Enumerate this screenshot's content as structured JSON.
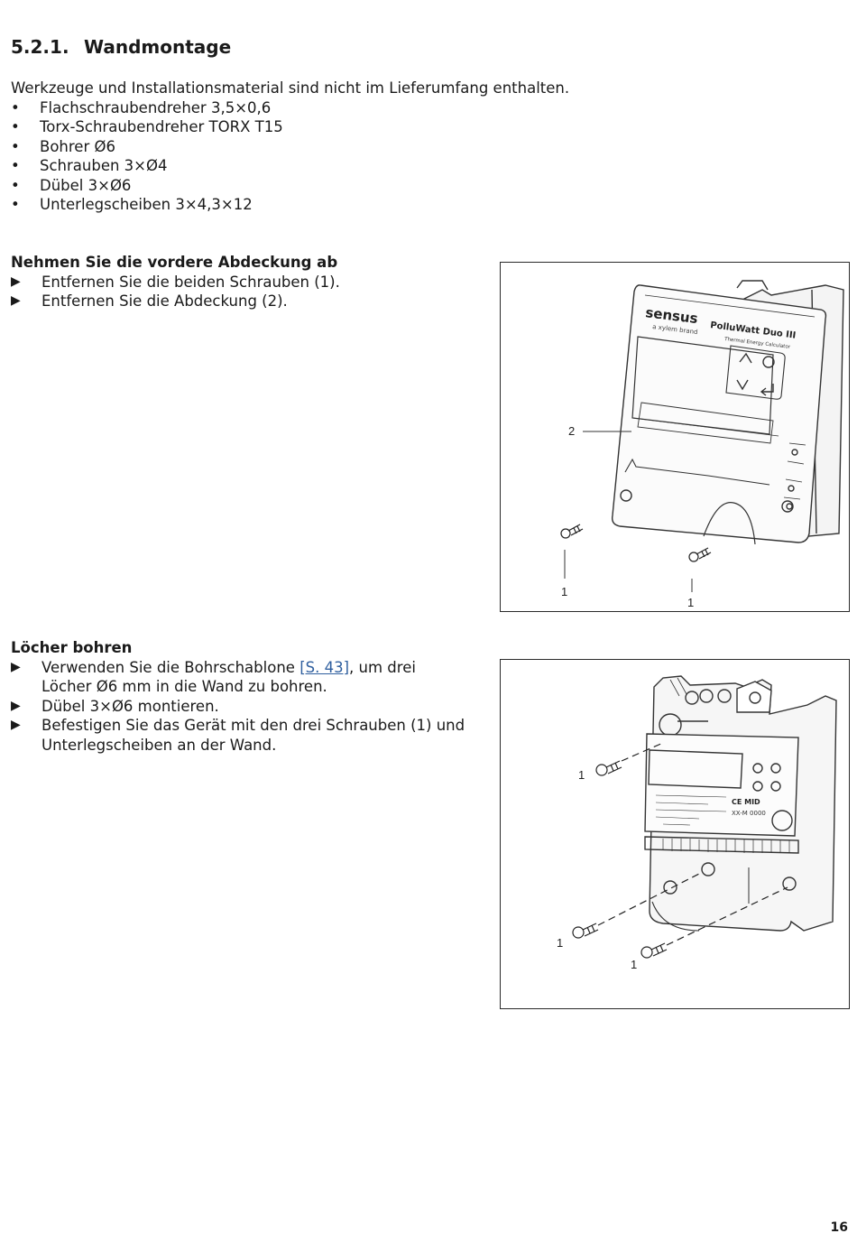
{
  "heading": {
    "number": "5.2.1.",
    "title": "Wandmontage"
  },
  "intro": {
    "text": "Werkzeuge und Installationsmaterial sind nicht im Lieferumfang enthalten.",
    "bullet_symbol": "•",
    "items": [
      "Flachschraubendreher 3,5×0,6",
      "Torx-Schraubendreher TORX T15",
      "Bohrer Ø6",
      "Schrauben 3×Ø4",
      "Dübel 3×Ø6",
      "Unterlegscheiben 3×4,3×12"
    ]
  },
  "section1": {
    "title": "Nehmen Sie die vordere Abdeckung ab",
    "arrow_symbol": "▶",
    "steps": [
      "Entfernen Sie die beiden Schrauben (1).",
      "Entfernen Sie die Abdeckung (2)."
    ],
    "figure": {
      "callouts": [
        "2",
        "1",
        "1"
      ],
      "brand": "sensus",
      "brand_sub": "a xylem brand",
      "product": "PolluWatt Duo III",
      "product_sub": "Thermal Energy Calculator"
    }
  },
  "section2": {
    "title": "Löcher bohren",
    "arrow_symbol": "▶",
    "step1_pre": "Verwenden Sie die Bohrschablone ",
    "step1_link": "[S. 43]",
    "step1_post": ", um drei",
    "step1_line2": "Löcher Ø6 mm in die Wand zu bohren.",
    "step2": "Dübel 3×Ø6 montieren.",
    "step3_line1": "Befestigen Sie das Gerät mit den drei Schrauben (1) und",
    "step3_line2": "Unterlegscheiben an der Wand.",
    "figure": {
      "callouts": [
        "1",
        "1",
        "1"
      ],
      "label_text": "CE MID",
      "label_code": "XX-M 0000"
    }
  },
  "page_number": "16"
}
